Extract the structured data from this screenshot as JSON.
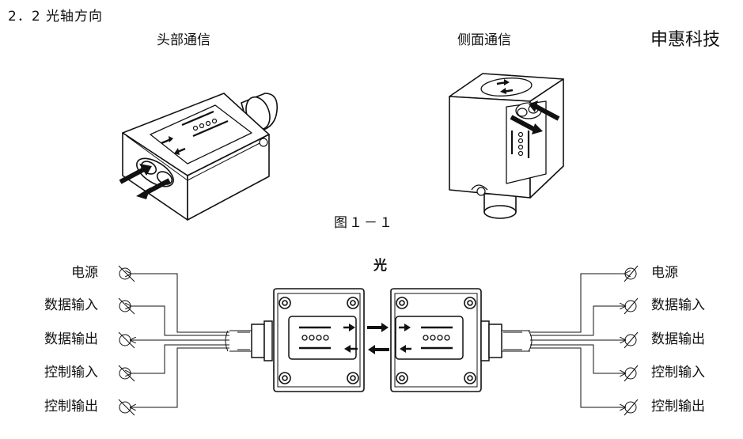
{
  "section_title": "2．2 光轴方向",
  "view_head": "头部通信",
  "view_side": "侧面通信",
  "brand": "申惠科技",
  "figure_caption": "图１－１",
  "light_label": "光",
  "left_terminals": [
    "电源",
    "数据输入",
    "数据输出",
    "控制输入",
    "控制输出"
  ],
  "right_terminals": [
    "电源",
    "数据输入",
    "数据输出",
    "控制输入",
    "控制输出"
  ]
}
